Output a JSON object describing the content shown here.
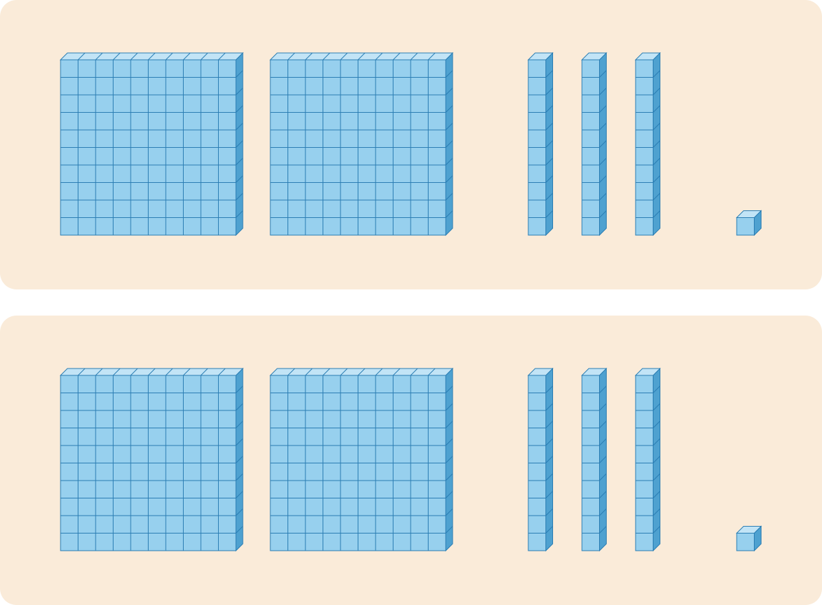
{
  "colors": {
    "panel_background": "#faebd9",
    "block_face": "#97d0ee",
    "block_top": "#c2e4f6",
    "block_side": "#4ea1d0",
    "block_edge": "#2a7db3"
  },
  "panels": [
    {
      "name": "panel-top",
      "blocks": [
        {
          "kind": "hundred-flat",
          "count": 2
        },
        {
          "kind": "ten-rod",
          "count": 3
        },
        {
          "kind": "unit-cube",
          "count": 1
        }
      ]
    },
    {
      "name": "panel-bottom",
      "blocks": [
        {
          "kind": "hundred-flat",
          "count": 2
        },
        {
          "kind": "ten-rod",
          "count": 3
        },
        {
          "kind": "unit-cube",
          "count": 1
        }
      ]
    }
  ]
}
